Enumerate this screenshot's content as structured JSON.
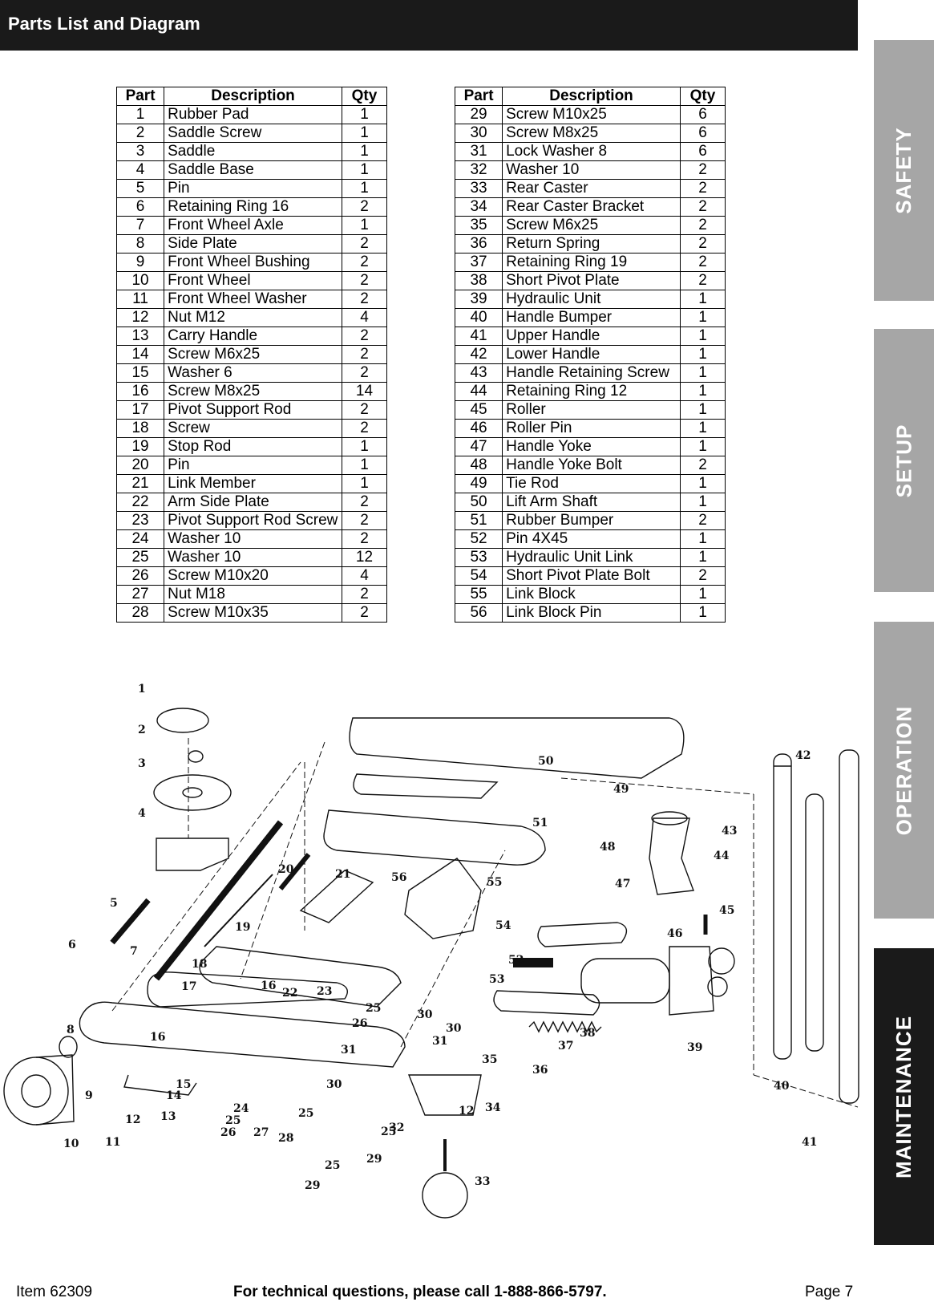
{
  "header": {
    "title": "Parts List and Diagram"
  },
  "side_tabs": [
    "SAFETY",
    "SETUP",
    "OPERATION",
    "MAINTENANCE"
  ],
  "table": {
    "headers": [
      "Part",
      "Description",
      "Qty"
    ],
    "left_rows": [
      [
        "1",
        "Rubber Pad",
        "1"
      ],
      [
        "2",
        "Saddle Screw",
        "1"
      ],
      [
        "3",
        "Saddle",
        "1"
      ],
      [
        "4",
        "Saddle Base",
        "1"
      ],
      [
        "5",
        "Pin",
        "1"
      ],
      [
        "6",
        "Retaining Ring 16",
        "2"
      ],
      [
        "7",
        "Front Wheel Axle",
        "1"
      ],
      [
        "8",
        "Side Plate",
        "2"
      ],
      [
        "9",
        "Front Wheel Bushing",
        "2"
      ],
      [
        "10",
        "Front Wheel",
        "2"
      ],
      [
        "11",
        "Front Wheel Washer",
        "2"
      ],
      [
        "12",
        "Nut M12",
        "4"
      ],
      [
        "13",
        "Carry Handle",
        "2"
      ],
      [
        "14",
        "Screw M6x25",
        "2"
      ],
      [
        "15",
        "Washer 6",
        "2"
      ],
      [
        "16",
        "Screw M8x25",
        "14"
      ],
      [
        "17",
        "Pivot Support Rod",
        "2"
      ],
      [
        "18",
        "Screw",
        "2"
      ],
      [
        "19",
        "Stop Rod",
        "1"
      ],
      [
        "20",
        "Pin",
        "1"
      ],
      [
        "21",
        "Link Member",
        "1"
      ],
      [
        "22",
        "Arm Side Plate",
        "2"
      ],
      [
        "23",
        "Pivot Support Rod Screw",
        "2"
      ],
      [
        "24",
        "Washer 10",
        "2"
      ],
      [
        "25",
        "Washer 10",
        "12"
      ],
      [
        "26",
        "Screw M10x20",
        "4"
      ],
      [
        "27",
        "Nut M18",
        "2"
      ],
      [
        "28",
        "Screw M10x35",
        "2"
      ]
    ],
    "right_rows": [
      [
        "29",
        "Screw M10x25",
        "6"
      ],
      [
        "30",
        "Screw M8x25",
        "6"
      ],
      [
        "31",
        "Lock Washer 8",
        "6"
      ],
      [
        "32",
        "Washer 10",
        "2"
      ],
      [
        "33",
        "Rear Caster",
        "2"
      ],
      [
        "34",
        "Rear Caster Bracket",
        "2"
      ],
      [
        "35",
        "Screw M6x25",
        "2"
      ],
      [
        "36",
        "Return Spring",
        "2"
      ],
      [
        "37",
        "Retaining Ring 19",
        "2"
      ],
      [
        "38",
        "Short Pivot Plate",
        "2"
      ],
      [
        "39",
        "Hydraulic Unit",
        "1"
      ],
      [
        "40",
        "Handle Bumper",
        "1"
      ],
      [
        "41",
        "Upper Handle",
        "1"
      ],
      [
        "42",
        "Lower Handle",
        "1"
      ],
      [
        "43",
        "Handle Retaining Screw",
        "1"
      ],
      [
        "44",
        "Retaining Ring 12",
        "1"
      ],
      [
        "45",
        "Roller",
        "1"
      ],
      [
        "46",
        "Roller Pin",
        "1"
      ],
      [
        "47",
        "Handle Yoke",
        "1"
      ],
      [
        "48",
        "Handle Yoke Bolt",
        "2"
      ],
      [
        "49",
        "Tie Rod",
        "1"
      ],
      [
        "50",
        "Lift Arm Shaft",
        "1"
      ],
      [
        "51",
        "Rubber Bumper",
        "2"
      ],
      [
        "52",
        "Pin 4X45",
        "1"
      ],
      [
        "53",
        "Hydraulic Unit Link",
        "1"
      ],
      [
        "54",
        "Short Pivot Plate Bolt",
        "2"
      ],
      [
        "55",
        "Link Block",
        "1"
      ],
      [
        "56",
        "Link Block Pin",
        "1"
      ]
    ]
  },
  "diagram": {
    "callouts": [
      "1",
      "2",
      "3",
      "4",
      "5",
      "6",
      "7",
      "8",
      "9",
      "10",
      "11",
      "12",
      "13",
      "14",
      "15",
      "16",
      "16",
      "17",
      "18",
      "19",
      "20",
      "21",
      "22",
      "23",
      "24",
      "25",
      "25",
      "25",
      "25",
      "25",
      "26",
      "26",
      "27",
      "28",
      "29",
      "29",
      "30",
      "30",
      "30",
      "31",
      "31",
      "32",
      "33",
      "34",
      "35",
      "36",
      "37",
      "38",
      "39",
      "40",
      "41",
      "42",
      "43",
      "44",
      "45",
      "46",
      "47",
      "48",
      "49",
      "50",
      "51",
      "52",
      "53",
      "54",
      "55",
      "56",
      "12"
    ]
  },
  "footer": {
    "item": "Item 62309",
    "help": "For technical questions, please call 1-888-866-5797.",
    "page": "Page 7"
  }
}
